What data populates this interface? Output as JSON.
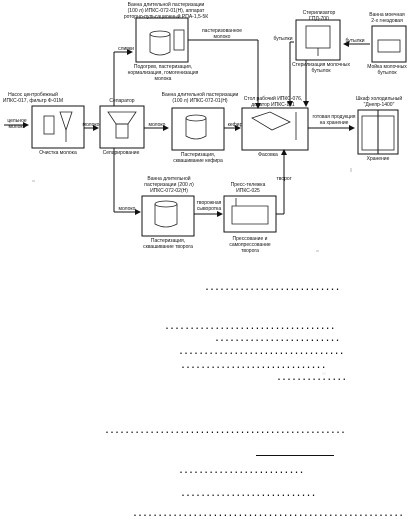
{
  "diagram": {
    "milk_in": "цельное\nмолоко",
    "pump_filter": "Насос центробежный\nИПКС-017, фильтр Ф-01М",
    "purification": "Очистка молока",
    "to_separator": "молоко",
    "separator": "Сепаратор",
    "separation": "Сепарирование",
    "cream": "сливки",
    "skim_to_kefir": "молоко",
    "skim_to_cottage": "молоко",
    "vat_100": "Ванна длительной пастеризации\n(100 л) ИПКС-072-01(Н), аппарат\nроторно-пульсационный РПА-1,5-5К",
    "heating": "Подогрев, пастеризация,\nнормализация, гомогенизация\nмолока",
    "pasteurized_milk": "пастеризованное\nмолоко",
    "vat_kefir": "Ванна длительной пастеризации\n(100 л) ИПКС-072-01(Н)",
    "kefir_process": "Пастеризация,\nсквашивание кефира",
    "kefir": "кефир",
    "vat_200": "Ванна длительной\nпастеризации (200 л)\nИПКС-072-02(Н)",
    "cottage_process": "Пастеризация,\nсквашивание творога",
    "whey": "творожная\nсыворотка",
    "press": "Пресс-тележка\nИПКС-025",
    "pressing": "Прессование и\nсамопрессование\nтворога",
    "curd": "творог",
    "filling_table": "Стол рабочий ИПКС-076,\nдозатор ИПКС-101",
    "filling": "Фасовка",
    "sterilizer": "Стерилизатор\nГПД-700",
    "bottles_left": "бутылки",
    "bottles_right": "бутылки",
    "sterilization": "Стерилизация молочных\nбутылок",
    "bath": "Ванна моечная\n2-х гнездовая",
    "washing": "Мойка молочных\nбутылок",
    "product_out": "готовая продукция\nна хранение",
    "fridge": "Шкаф холодильный\n\"Днепр-1400\"",
    "storage": "Хранение"
  },
  "fill_lines": [
    {
      "dots": "..........................."
    },
    {
      "dots": ".................................."
    },
    {
      "dots": "........................."
    },
    {
      "dots": "................................."
    },
    {
      "dots": "............................."
    },
    {
      "dots": ".............."
    },
    {
      "dots": "................................................"
    },
    {
      "dots": "........................."
    },
    {
      "dots": "..........................."
    },
    {
      "dots": "......................................................"
    }
  ],
  "colors": {
    "ink": "#111111",
    "paper": "#ffffff"
  }
}
